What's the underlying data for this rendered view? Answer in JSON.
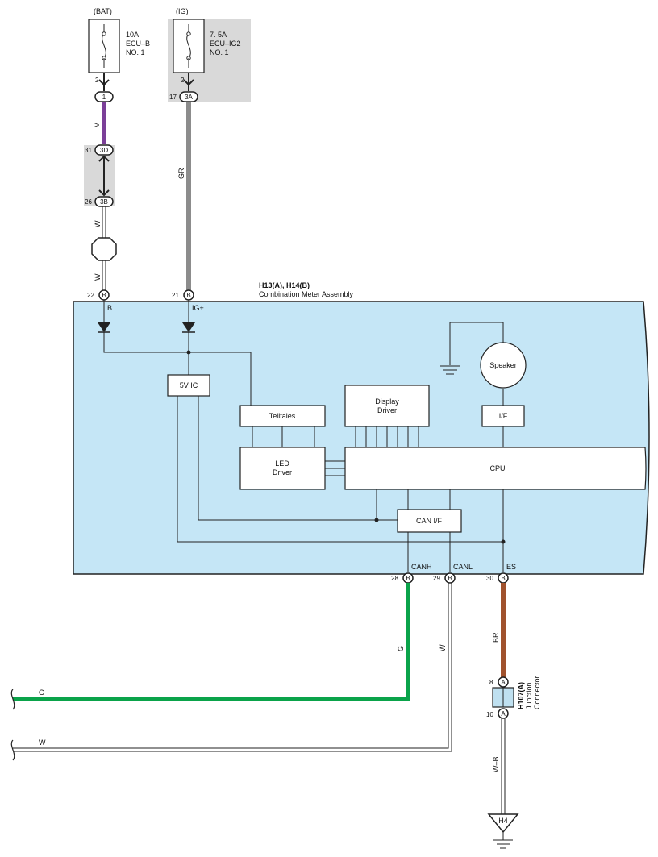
{
  "supplies": {
    "bat": {
      "source": "(BAT)",
      "rating": "10A",
      "name_line1": "ECU–B",
      "name_line2": "NO. 1",
      "pin": "2"
    },
    "ig": {
      "source": "(IG)",
      "rating": "7. 5A",
      "name_line1": "ECU–IG2",
      "name_line2": "NO. 1",
      "pin": "2"
    }
  },
  "connectors": {
    "c1": {
      "label": "1"
    },
    "c3d": {
      "label": "3D",
      "pin": "31"
    },
    "c3b": {
      "label": "3B",
      "pin": "26"
    },
    "c3a": {
      "label": "3A",
      "pin": "17"
    },
    "b22": {
      "label": "B",
      "pin": "22"
    },
    "b21": {
      "label": "B",
      "pin": "21"
    },
    "b28": {
      "label": "B",
      "pin": "28"
    },
    "b29": {
      "label": "B",
      "pin": "29"
    },
    "b30": {
      "label": "B",
      "pin": "30"
    },
    "a8": {
      "label": "A",
      "pin": "8"
    },
    "a10": {
      "label": "A",
      "pin": "10"
    }
  },
  "wires": {
    "v": "V",
    "w1": "W",
    "w2": "W",
    "gr": "GR",
    "g_vertical": "G",
    "w_vertical": "W",
    "br": "BR",
    "g_horizontal": "G",
    "w_horizontal": "W",
    "wb": "W–B"
  },
  "meter": {
    "code": "H13(A), H14(B)",
    "name": "Combination Meter Assembly",
    "terminals": {
      "b": "B",
      "igp": "IG+",
      "canh": "CANH",
      "canl": "CANL",
      "es": "ES"
    },
    "blocks": {
      "ic5v": "5V IC",
      "telltales": "Telltales",
      "display_line1": "Display",
      "display_line2": "Driver",
      "led_line1": "LED",
      "led_line2": "Driver",
      "cpu": "CPU",
      "canif": "CAN I/F",
      "speaker": "Speaker",
      "if": "I/F"
    }
  },
  "junction": {
    "code": "H107(A)",
    "line1": "Junction",
    "line2": "Connector"
  },
  "ground": {
    "label": "H4"
  },
  "colors": {
    "purple_wire": "#7b3f98",
    "gray_wire": "#8c8c8c",
    "green_wire": "#0aa34a",
    "brown_wire": "#a0522d",
    "meter_fill": "#c5e6f6",
    "shade_fill": "#d9d9d9",
    "connector_fill": "#bfe0f0"
  }
}
